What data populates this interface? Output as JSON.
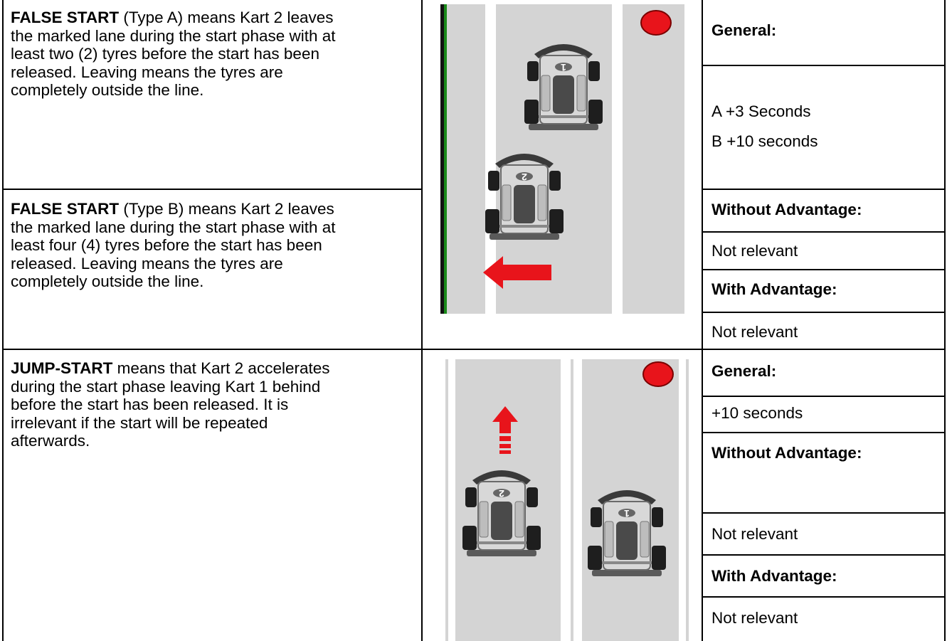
{
  "rows": [
    {
      "descriptions": [
        {
          "term": "FALSE START",
          "text": " (Type A) means Kart 2 leaves the marked lane during the start phase with at least two (2) tyres before the start has been released. Leaving means the tyres are completely outside the line."
        },
        {
          "term": "FALSE START",
          "text": " (Type B) means Kart 2 leaves the marked lane during the start phase with at least four (4) tyres before the start has been released. Leaving means the tyres are completely outside the line."
        }
      ],
      "diagram": {
        "kart_labels": [
          "1",
          "2"
        ],
        "arrow_direction": "left",
        "arrow_color": "#e8141b",
        "light_color": "#e8141b"
      },
      "penalties": {
        "general_label": "General:",
        "general_values": [
          "A +3 Seconds",
          "B +10 seconds"
        ],
        "without_label": "Without Advantage:",
        "without_value": "Not relevant",
        "with_label": "With Advantage:",
        "with_value": "Not relevant"
      }
    },
    {
      "descriptions": [
        {
          "term": "JUMP-START",
          "text": " means that Kart 2 accelerates during the start phase leaving Kart 1 behind before the start has been released. It is irrelevant if the start will be repeated afterwards."
        }
      ],
      "diagram": {
        "kart_labels": [
          "2",
          "1"
        ],
        "arrow_direction": "up",
        "arrow_color": "#e8141b",
        "light_color": "#e8141b"
      },
      "penalties": {
        "general_label": "General:",
        "general_value": "+10 seconds",
        "without_label": "Without Advantage:",
        "without_value": "Not relevant",
        "with_label": "With Advantage:",
        "with_value": "Not relevant"
      }
    }
  ]
}
